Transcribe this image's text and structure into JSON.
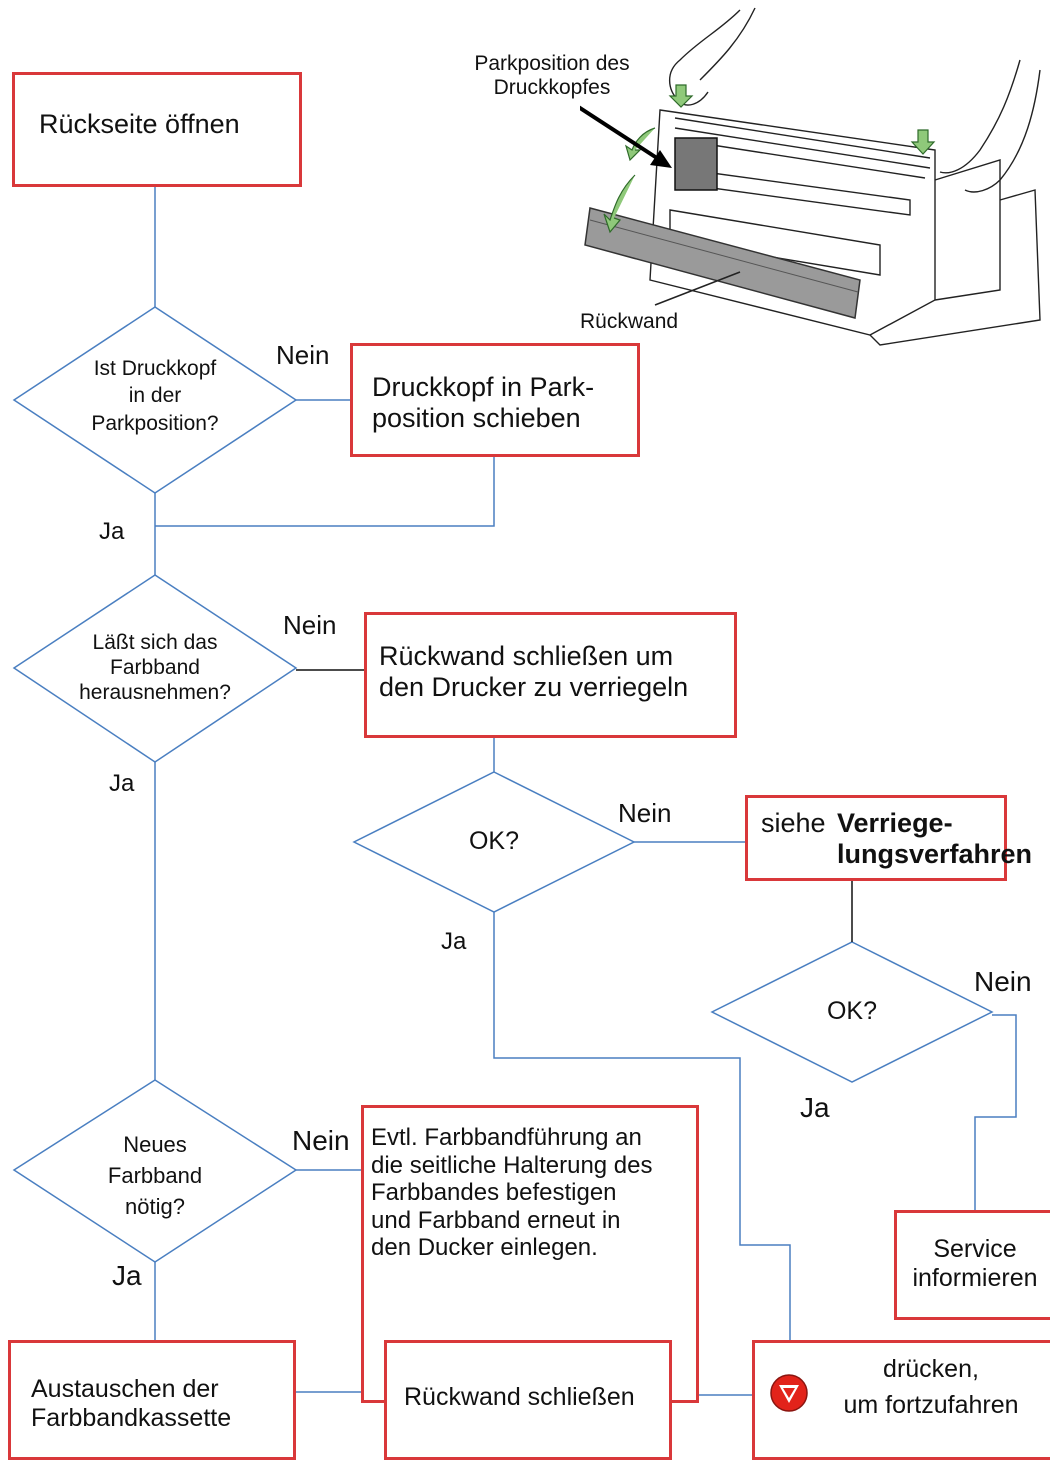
{
  "illustration": {
    "label_park": "Parkposition des\nDruckkopfes",
    "label_rueckwand": "Rückwand"
  },
  "boxes": {
    "open": "Rückseite öffnen",
    "park_push": "Druckkopf in Park-\nposition schieben",
    "close_lock": "Rückwand schließen um\nden Drucker zu verriegeln",
    "locking_prefix": "siehe ",
    "locking_bold": "Verriege-\nlungsverfahren",
    "guide": "Evtl. Farbbandführung an\ndie seitliche Halterung des\nFarbbandes befestigen\nund Farbband erneut in\nden Ducker einlegen.",
    "service": "Service\ninformieren",
    "replace": "Austauschen der\nFarbbandkassette",
    "close": "Rückwand schließen",
    "press": "drücken,\num fortzufahren"
  },
  "decisions": {
    "park": "Ist Druckkopf\nin der\nParkposition?",
    "ribbon_removable": "Läßt sich das\nFarbband\nherausnehmen?",
    "ok1": "OK?",
    "ok2": "OK?",
    "new_ribbon": "Neues\nFarbband\nnötig?"
  },
  "labels": {
    "nein": "Nein",
    "ja": "Ja"
  },
  "colors": {
    "box_border": "#d9383a",
    "line_blue": "#4a7fc1",
    "line_black": "#111111",
    "button_red": "#e2231a"
  }
}
